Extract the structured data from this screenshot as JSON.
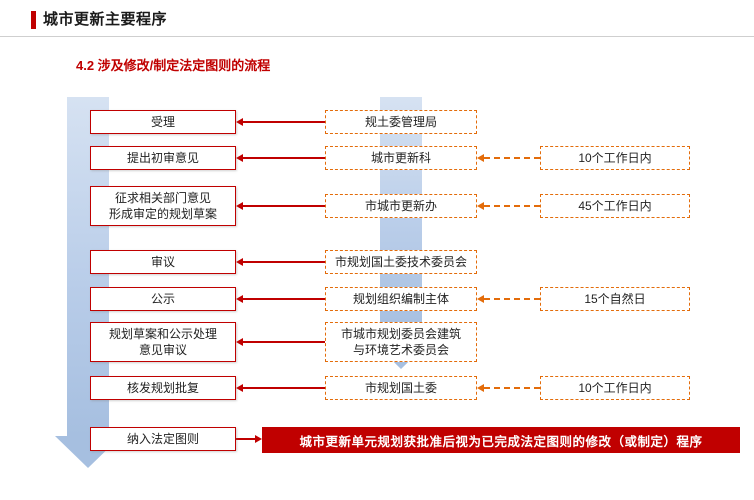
{
  "header": {
    "title": "城市更新主要程序"
  },
  "section": {
    "subtitle": "4.2 涉及修改/制定法定图则的流程"
  },
  "flow": {
    "steps": [
      {
        "label": "受理"
      },
      {
        "label": "提出初审意见"
      },
      {
        "label": "征求相关部门意见\n形成审定的规划草案"
      },
      {
        "label": "审议"
      },
      {
        "label": "公示"
      },
      {
        "label": "规划草案和公示处理\n意见审议"
      },
      {
        "label": "核发规划批复"
      },
      {
        "label": "纳入法定图则"
      }
    ],
    "orgs": [
      {
        "label": "规土委管理局"
      },
      {
        "label": "城市更新科"
      },
      {
        "label": "市城市更新办"
      },
      {
        "label": "市规划国土委技术委员会"
      },
      {
        "label": "规划组织编制主体"
      },
      {
        "label": "市城市规划委员会建筑\n与环境艺术委员会"
      },
      {
        "label": "市规划国土委"
      }
    ],
    "durations": [
      {
        "label": "10个工作日内"
      },
      {
        "label": "45个工作日内"
      },
      {
        "label": "15个自然日"
      },
      {
        "label": "10个工作日内"
      }
    ],
    "banner": "城市更新单元规划获批准后视为已完成法定图则的修改（或制定）程序"
  },
  "colors": {
    "accent_red": "#c00000",
    "border_orange": "#e36c0a",
    "flow_arrow_blue": "#a6bfe0"
  }
}
